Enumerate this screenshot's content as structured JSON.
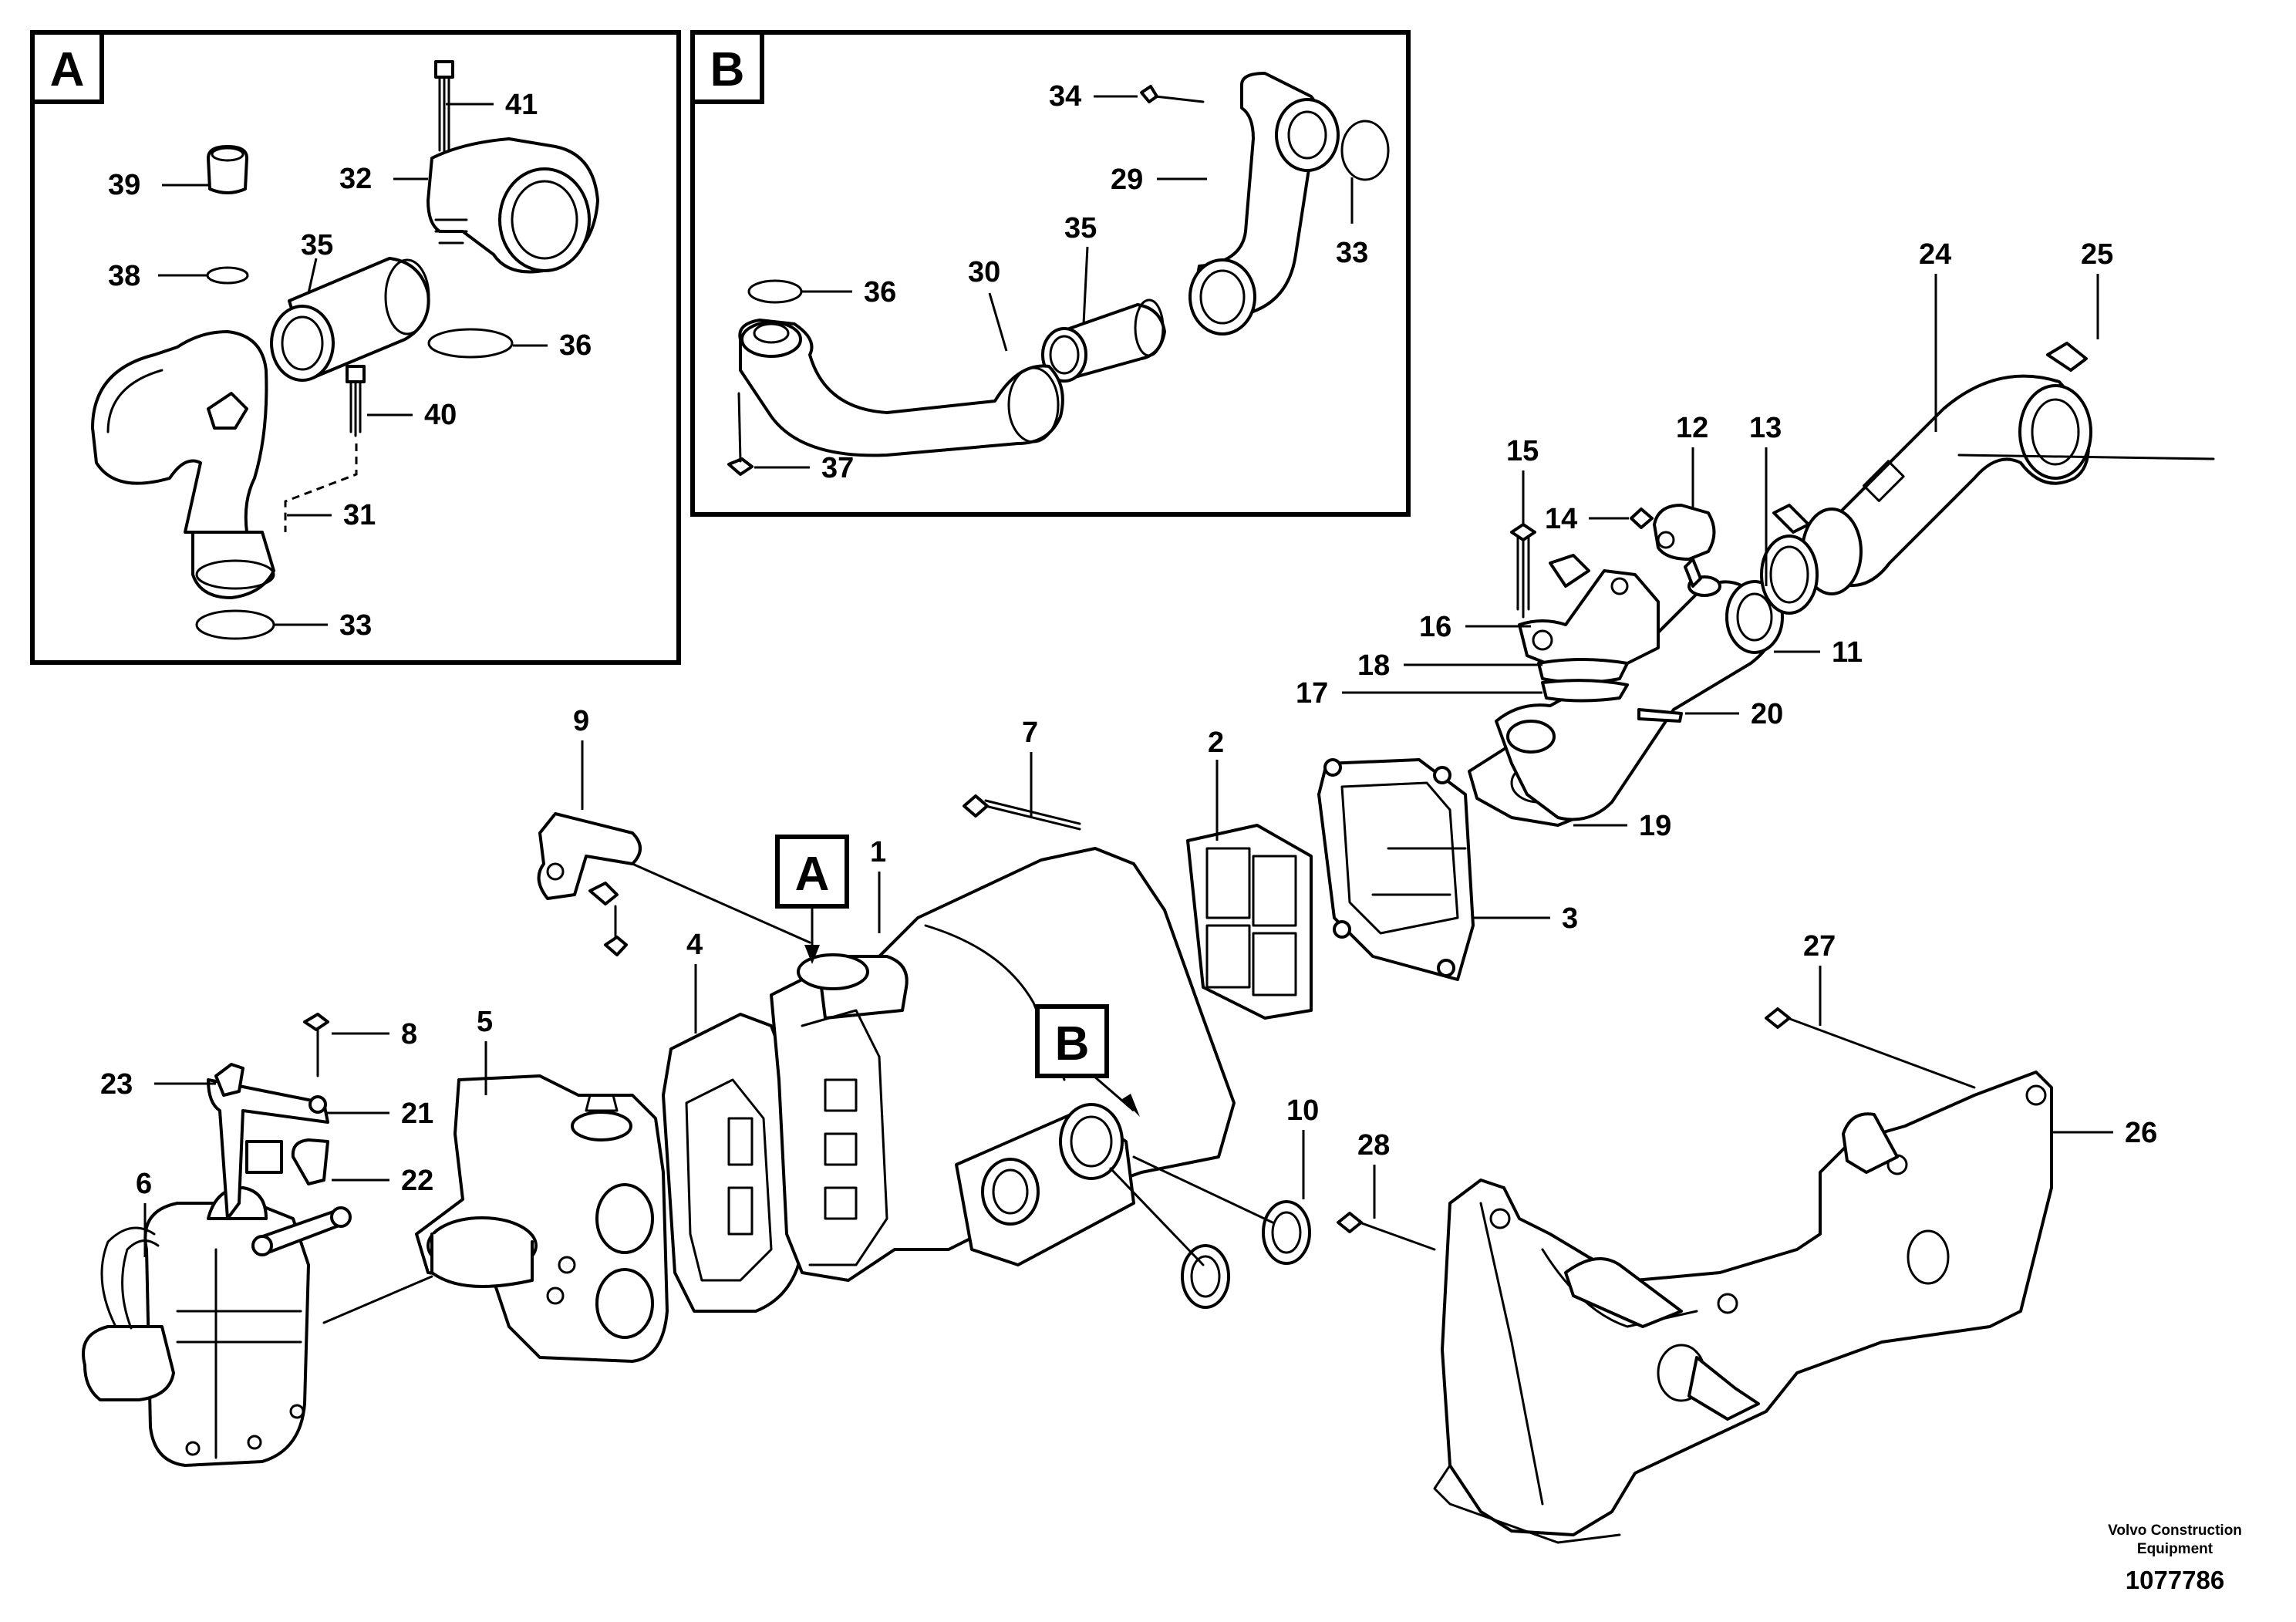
{
  "callouts": [
    "1",
    "2",
    "3",
    "4",
    "5",
    "6",
    "7",
    "8",
    "9",
    "10",
    "11",
    "12",
    "13",
    "14",
    "15",
    "16",
    "17",
    "18",
    "19",
    "20",
    "21",
    "22",
    "23",
    "24",
    "25",
    "26",
    "27",
    "28",
    "29",
    "30",
    "31",
    "32",
    "33",
    "34",
    "35",
    "36",
    "37",
    "38",
    "39",
    "40",
    "41"
  ],
  "detail_a": {
    "label": "A",
    "callouts": {
      "c41": "41",
      "c39": "39",
      "c32": "32",
      "c35": "35",
      "c38": "38",
      "c36": "36",
      "c40": "40",
      "c31": "31",
      "c33": "33"
    }
  },
  "detail_b": {
    "label": "B",
    "callouts": {
      "c34": "34",
      "c29": "29",
      "c33": "33",
      "c36": "36",
      "c30": "30",
      "c35": "35",
      "c37": "37"
    }
  },
  "main_view": {
    "marker_a": "A",
    "marker_b": "B"
  },
  "credit": {
    "line1": "Volvo Construction",
    "line2": "Equipment",
    "doc_number": "1077786"
  }
}
